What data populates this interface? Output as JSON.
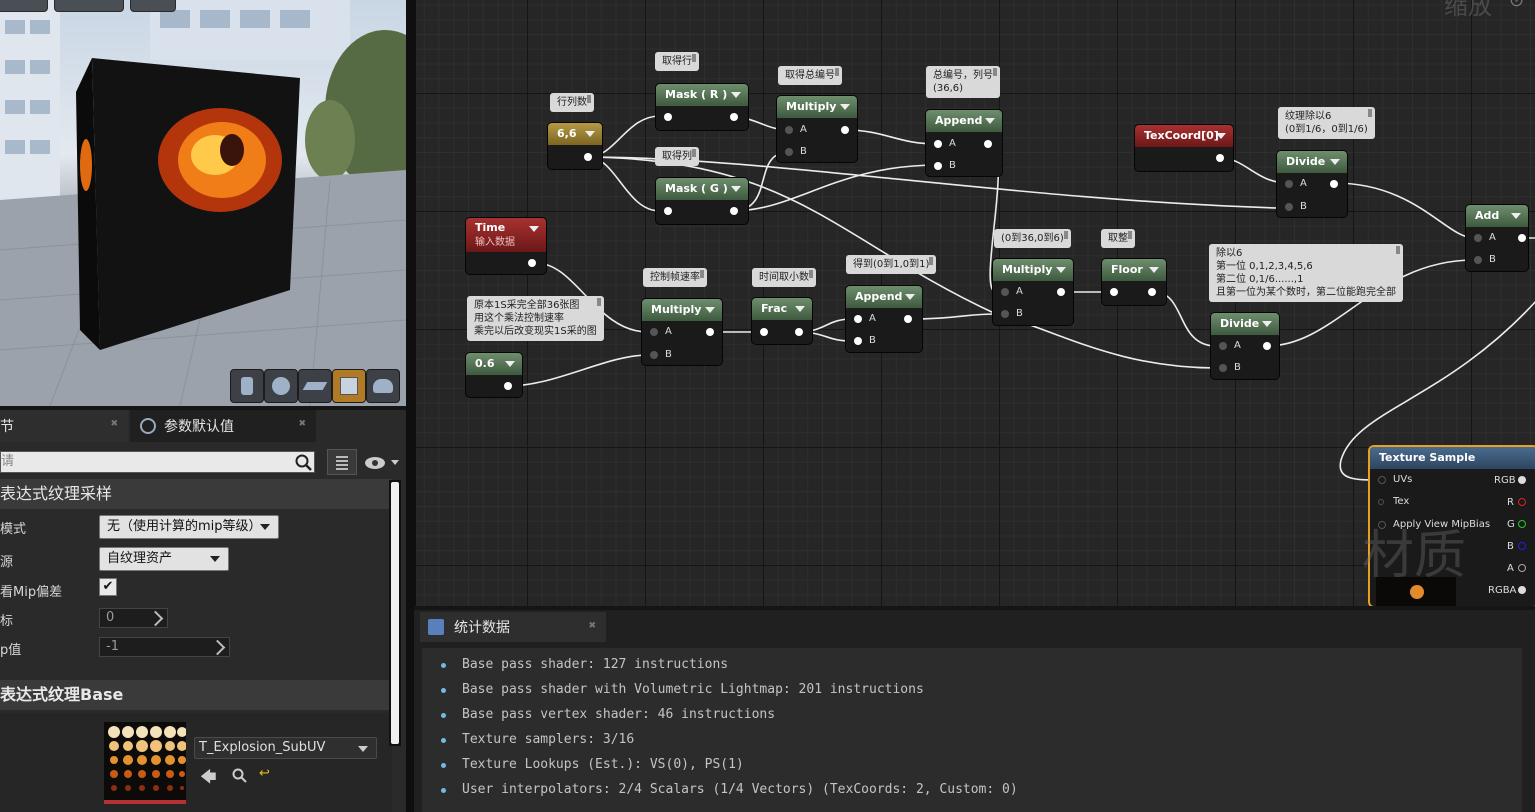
{
  "graph": {
    "watermark": "缩放",
    "watermark_big": "材质",
    "nodes": {
      "const_66": {
        "title": "6,6"
      },
      "mask_r": {
        "title": "Mask ( R )"
      },
      "mask_g": {
        "title": "Mask ( G )"
      },
      "multiply1": {
        "title": "Multiply",
        "a": "A",
        "b": "B"
      },
      "append1": {
        "title": "Append",
        "a": "A",
        "b": "B"
      },
      "texcoord": {
        "title": "TexCoord[0]"
      },
      "divide1": {
        "title": "Divide",
        "a": "A",
        "b": "B"
      },
      "add": {
        "title": "Add",
        "a": "A",
        "b": "B"
      },
      "time": {
        "title": "Time",
        "subtitle": "输入数据"
      },
      "const_06": {
        "title": "0.6"
      },
      "multiply2": {
        "title": "Multiply",
        "a": "A",
        "b": "B"
      },
      "frac": {
        "title": "Frac"
      },
      "append2": {
        "title": "Append",
        "a": "A",
        "b": "B"
      },
      "multiply3": {
        "title": "Multiply",
        "a": "A",
        "b": "B"
      },
      "floor": {
        "title": "Floor"
      },
      "divide2": {
        "title": "Divide",
        "a": "A",
        "b": "B"
      },
      "texsample": {
        "title": "Texture Sample",
        "uvs": "UVs",
        "tex": "Tex",
        "mip": "Apply View MipBias",
        "rgb": "RGB",
        "r": "R",
        "g": "G",
        "b": "B",
        "a": "A",
        "rgba": "RGBA"
      }
    },
    "comments": {
      "c_rows": "行列数",
      "c_getrow": "取得行",
      "c_total": "取得总编号",
      "c_getcol": "取得列",
      "c_totalcol": "总编号，列号\n(36,6)",
      "c_texdiv": "纹理除以6\n(0到1/6，0到1/6)",
      "c_rate": "控制帧速率",
      "c_timefrac": "时间取小数",
      "c_get01": "得到(0到1,0到1)",
      "c_036": "(0到36,0到6)",
      "c_round": "取整",
      "c_div6": "除以6\n第一位 0,1,2,3,4,5,6\n第二位 0,1/6......,1\n且第一位为某个数时，第二位能跑完全部",
      "c_36frames": "原本1S采完全部36张图\n用这个乘法控制速率\n乘完以后改变现实1S采的图"
    }
  },
  "details": {
    "tab1_label": "节",
    "tab2_label": "参数默认值",
    "search_placeholder": "请",
    "category1": "表达式纹理采样",
    "props": [
      {
        "label": "模式",
        "value": "无（使用计算的mip等级）"
      },
      {
        "label": "源",
        "value": "自纹理资产"
      },
      {
        "label": "看Mip偏差",
        "value": "✔"
      },
      {
        "label": "标",
        "value": "0"
      },
      {
        "label": "p值",
        "value": "-1"
      }
    ],
    "category2": "表达式纹理Base",
    "texture_name": "T_Explosion_SubUV"
  },
  "stats": {
    "tab_label": "统计数据",
    "lines": [
      "Base pass shader: 127 instructions",
      "Base pass shader with Volumetric Lightmap: 201 instructions",
      "Base pass vertex shader: 46 instructions",
      "Texture samplers: 3/16",
      "Texture Lookups (Est.): VS(0), PS(1)",
      "User interpolators: 2/4 Scalars (1/4 Vectors) (TexCoords: 2, Custom: 0)"
    ]
  },
  "colors": {
    "accent": "#b07a27",
    "bullet": "#74b8e8",
    "node_green": "#4f6f4f",
    "node_red": "#8a2222"
  }
}
